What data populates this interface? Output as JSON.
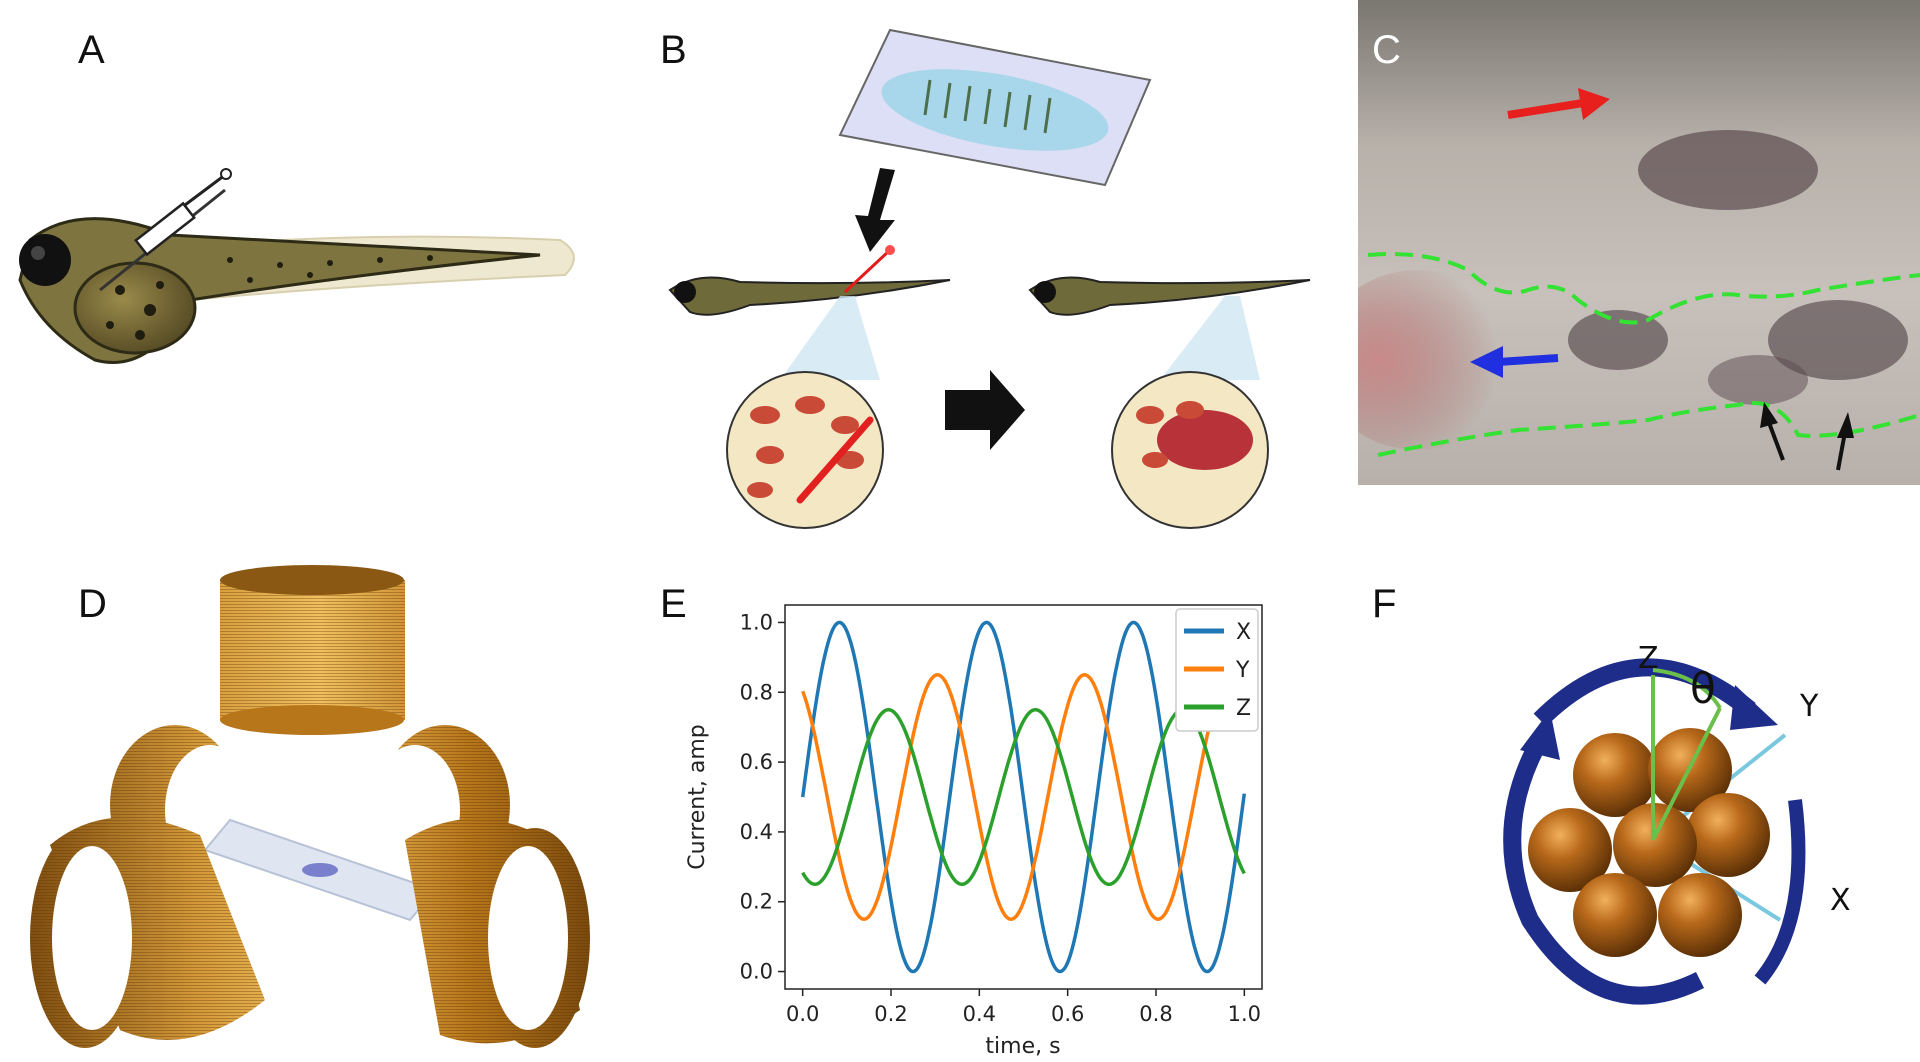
{
  "panels": {
    "a": {
      "label": "A"
    },
    "b": {
      "label": "B"
    },
    "c": {
      "label": "C"
    },
    "d": {
      "label": "D"
    },
    "e": {
      "label": "E"
    },
    "f": {
      "label": "F",
      "axes": {
        "z": "Z",
        "y": "Y",
        "x": "X",
        "theta": "θ"
      }
    }
  },
  "colors": {
    "x_series": "#1f77b4",
    "y_series": "#ff7f0e",
    "z_series": "#2ca02c",
    "coil_gold": "#b8761a",
    "rotation_arrow": "#1f2d8a",
    "axis_line": "#79c8e0",
    "angle_line": "#6ac04a",
    "boundary_dash": "#33e233"
  },
  "chart_data": {
    "type": "line",
    "xlabel": "time, s",
    "ylabel": "Current, amp",
    "xlim": [
      -0.04,
      1.04
    ],
    "ylim": [
      -0.05,
      1.05
    ],
    "xticks": [
      0.0,
      0.2,
      0.4,
      0.6,
      0.8,
      1.0
    ],
    "xtick_labels": [
      "0.0",
      "0.2",
      "0.4",
      "0.6",
      "0.8",
      "1.0"
    ],
    "yticks": [
      0.0,
      0.2,
      0.4,
      0.6,
      0.8,
      1.0
    ],
    "ytick_labels": [
      "0.0",
      "0.2",
      "0.4",
      "0.6",
      "0.8",
      "1.0"
    ],
    "grid": false,
    "legend": "top-right",
    "period_s": 0.333,
    "series": [
      {
        "name": "X",
        "color": "#1f77b4",
        "offset": 0.5,
        "amplitude": 0.5,
        "phase_deg": 0
      },
      {
        "name": "Y",
        "color": "#ff7f0e",
        "offset": 0.5,
        "amplitude": 0.35,
        "phase_deg": 120
      },
      {
        "name": "Z",
        "color": "#2ca02c",
        "offset": 0.5,
        "amplitude": 0.25,
        "phase_deg": 240
      }
    ]
  }
}
